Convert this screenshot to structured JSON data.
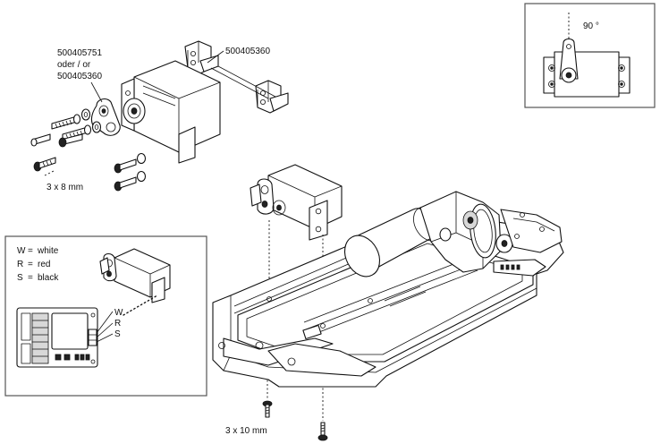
{
  "part_labels": {
    "servo_saver_alt": [
      "500405751",
      "oder / or",
      "500405360"
    ],
    "mount": "500405360",
    "screw_top": "3 x 8 mm",
    "screw_bottom": "3 x 10 mm"
  },
  "angle_inset": {
    "angle_label": "90 °"
  },
  "wiring_legend": {
    "entries": [
      {
        "key": "W",
        "sep": "=",
        "value": "white"
      },
      {
        "key": "R",
        "sep": "=",
        "value": "red"
      },
      {
        "key": "S",
        "sep": "=",
        "value": "black"
      }
    ],
    "pin_letters": [
      "W",
      "R",
      "S"
    ]
  }
}
